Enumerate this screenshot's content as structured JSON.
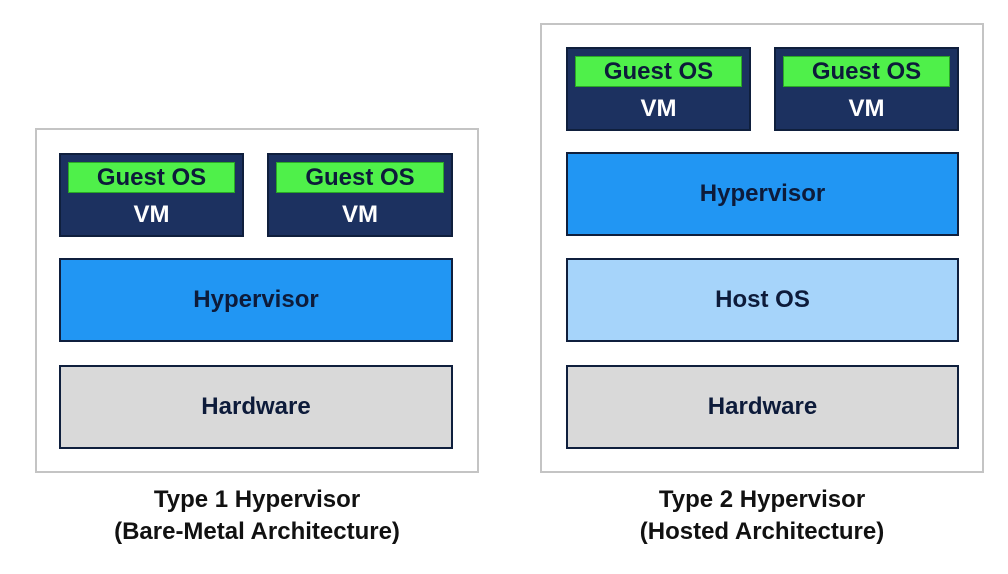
{
  "colors": {
    "frame_border": "#c4c4c4",
    "vm_background": "#1c3160",
    "guest_os": "#4ff04a",
    "hypervisor": "#2196f3",
    "host_os": "#a6d4fa",
    "hardware": "#d9d9d9"
  },
  "type1": {
    "vms": [
      {
        "guest": "Guest OS",
        "label": "VM"
      },
      {
        "guest": "Guest OS",
        "label": "VM"
      }
    ],
    "hypervisor": "Hypervisor",
    "hardware": "Hardware",
    "caption_line1": "Type 1 Hypervisor",
    "caption_line2": "(Bare-Metal Architecture)"
  },
  "type2": {
    "vms": [
      {
        "guest": "Guest OS",
        "label": "VM"
      },
      {
        "guest": "Guest OS",
        "label": "VM"
      }
    ],
    "hypervisor": "Hypervisor",
    "host_os": "Host OS",
    "hardware": "Hardware",
    "caption_line1": "Type 2 Hypervisor",
    "caption_line2": "(Hosted Architecture)"
  }
}
